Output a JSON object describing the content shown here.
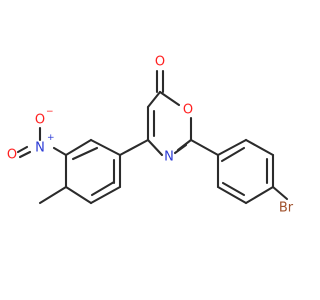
{
  "molecule": {
    "atoms": {
      "carbonyl_o": {
        "symbol": "O",
        "color": "#ff2020"
      },
      "ring_o": {
        "symbol": "O",
        "color": "#ff2020"
      },
      "ring_n": {
        "symbol": "N",
        "color": "#2b3bd6"
      },
      "nitro_n": {
        "symbol": "N",
        "charge": "+",
        "color": "#2b3bd6"
      },
      "nitro_o": {
        "symbol": "O",
        "charge": "−",
        "color": "#ff2020"
      },
      "bromine": {
        "symbol": "Br",
        "color": "#a0522d"
      }
    },
    "bond_color": "#2b2b2b"
  }
}
